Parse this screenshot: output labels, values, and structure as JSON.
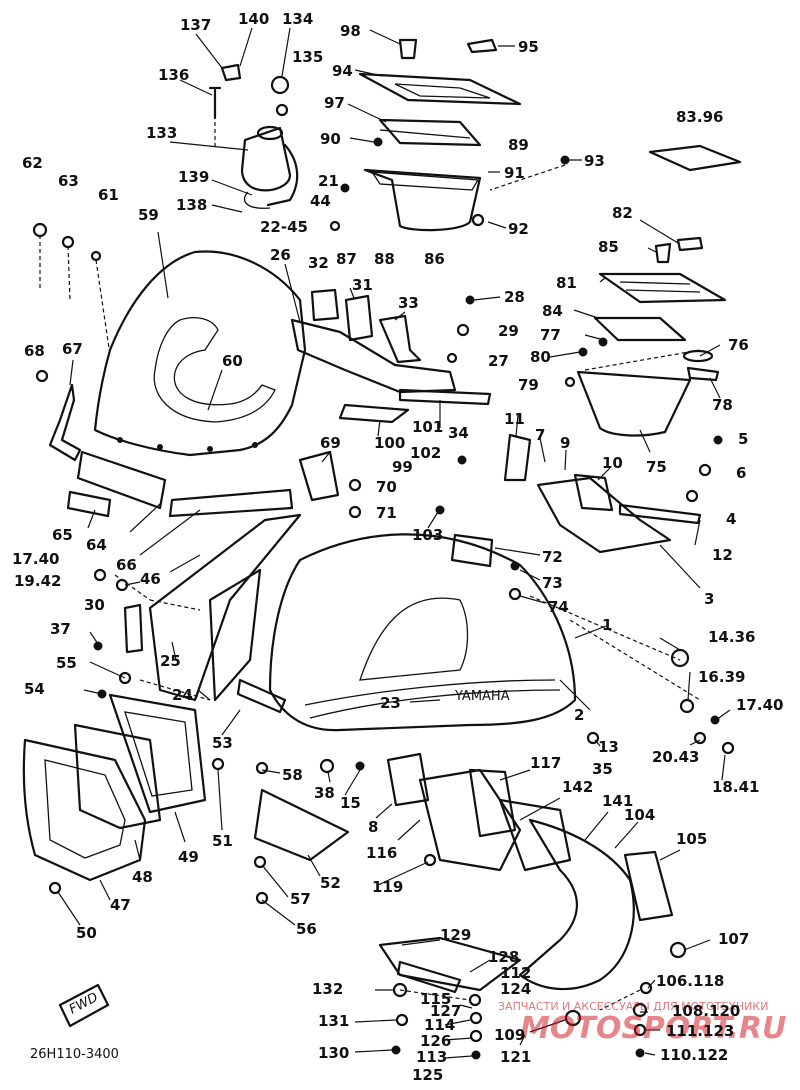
{
  "diagram": {
    "drawing_code": "26H110-3400",
    "stamp_text": "FWD",
    "watermark": {
      "line1": "ЗАПЧАСТИ И АКСЕССУАРЫ ДЛЯ МОТОТЕХНИКИ",
      "line2": "MOTOSPORT.RU"
    },
    "brand_on_cowl": "YAMAHA",
    "labels": [
      {
        "id": "l137",
        "text": "137"
      },
      {
        "id": "l140",
        "text": "140"
      },
      {
        "id": "l134",
        "text": "134"
      },
      {
        "id": "l135",
        "text": "135"
      },
      {
        "id": "l98",
        "text": "98"
      },
      {
        "id": "l95",
        "text": "95"
      },
      {
        "id": "l136",
        "text": "136"
      },
      {
        "id": "l94",
        "text": "94"
      },
      {
        "id": "l97",
        "text": "97"
      },
      {
        "id": "l83",
        "text": "83.96"
      },
      {
        "id": "l133",
        "text": "133"
      },
      {
        "id": "l90",
        "text": "90"
      },
      {
        "id": "l89",
        "text": "89"
      },
      {
        "id": "l62",
        "text": "62"
      },
      {
        "id": "l139",
        "text": "139"
      },
      {
        "id": "l93",
        "text": "93"
      },
      {
        "id": "l63",
        "text": "63"
      },
      {
        "id": "l21",
        "text": "21"
      },
      {
        "id": "l91",
        "text": "91"
      },
      {
        "id": "l61",
        "text": "61"
      },
      {
        "id": "l138",
        "text": "138"
      },
      {
        "id": "l44",
        "text": "44"
      },
      {
        "id": "l22",
        "text": "22-45"
      },
      {
        "id": "l92",
        "text": "92"
      },
      {
        "id": "l82",
        "text": "82"
      },
      {
        "id": "l59",
        "text": "59"
      },
      {
        "id": "l85",
        "text": "85"
      },
      {
        "id": "l26",
        "text": "26"
      },
      {
        "id": "l32",
        "text": "32"
      },
      {
        "id": "l87",
        "text": "87"
      },
      {
        "id": "l88",
        "text": "88"
      },
      {
        "id": "l86",
        "text": "86"
      },
      {
        "id": "l81",
        "text": "81"
      },
      {
        "id": "l31",
        "text": "31"
      },
      {
        "id": "l33",
        "text": "33"
      },
      {
        "id": "l28",
        "text": "28"
      },
      {
        "id": "l84",
        "text": "84"
      },
      {
        "id": "l29",
        "text": "29"
      },
      {
        "id": "l77",
        "text": "77"
      },
      {
        "id": "l68",
        "text": "68"
      },
      {
        "id": "l67",
        "text": "67"
      },
      {
        "id": "l60",
        "text": "60"
      },
      {
        "id": "l80",
        "text": "80"
      },
      {
        "id": "l76",
        "text": "76"
      },
      {
        "id": "l27",
        "text": "27"
      },
      {
        "id": "l79",
        "text": "79"
      },
      {
        "id": "l78",
        "text": "78"
      },
      {
        "id": "l100",
        "text": "100"
      },
      {
        "id": "l101",
        "text": "101"
      },
      {
        "id": "l34",
        "text": "34"
      },
      {
        "id": "l11",
        "text": "11"
      },
      {
        "id": "l7",
        "text": "7"
      },
      {
        "id": "l9",
        "text": "9"
      },
      {
        "id": "l5",
        "text": "5"
      },
      {
        "id": "l69",
        "text": "69"
      },
      {
        "id": "l102",
        "text": "102"
      },
      {
        "id": "l75",
        "text": "75"
      },
      {
        "id": "l99",
        "text": "99"
      },
      {
        "id": "l10",
        "text": "10"
      },
      {
        "id": "l6",
        "text": "6"
      },
      {
        "id": "l70",
        "text": "70"
      },
      {
        "id": "l71",
        "text": "71"
      },
      {
        "id": "l4",
        "text": "4"
      },
      {
        "id": "l65",
        "text": "65"
      },
      {
        "id": "l64",
        "text": "64"
      },
      {
        "id": "l103",
        "text": "103"
      },
      {
        "id": "l12",
        "text": "12"
      },
      {
        "id": "l66",
        "text": "66"
      },
      {
        "id": "l72",
        "text": "72"
      },
      {
        "id": "l1740a",
        "text": "17.40"
      },
      {
        "id": "l46",
        "text": "46"
      },
      {
        "id": "l73",
        "text": "73"
      },
      {
        "id": "l3",
        "text": "3"
      },
      {
        "id": "l1942",
        "text": "19.42"
      },
      {
        "id": "l74",
        "text": "74"
      },
      {
        "id": "l30",
        "text": "30"
      },
      {
        "id": "l1",
        "text": "1"
      },
      {
        "id": "l1436",
        "text": "14.36"
      },
      {
        "id": "l37",
        "text": "37"
      },
      {
        "id": "l25",
        "text": "25"
      },
      {
        "id": "l55",
        "text": "55"
      },
      {
        "id": "l1639",
        "text": "16.39"
      },
      {
        "id": "l54",
        "text": "54"
      },
      {
        "id": "l24",
        "text": "24"
      },
      {
        "id": "l23",
        "text": "23"
      },
      {
        "id": "l1740b",
        "text": "17.40"
      },
      {
        "id": "l2",
        "text": "2"
      },
      {
        "id": "l53",
        "text": "53"
      },
      {
        "id": "l13",
        "text": "13"
      },
      {
        "id": "l2043",
        "text": "20.43"
      },
      {
        "id": "l35",
        "text": "35"
      },
      {
        "id": "l117",
        "text": "117"
      },
      {
        "id": "l58",
        "text": "58"
      },
      {
        "id": "l38",
        "text": "38"
      },
      {
        "id": "l15",
        "text": "15"
      },
      {
        "id": "l1841",
        "text": "18.41"
      },
      {
        "id": "l142",
        "text": "142"
      },
      {
        "id": "l141",
        "text": "141"
      },
      {
        "id": "l104",
        "text": "104"
      },
      {
        "id": "l8",
        "text": "8"
      },
      {
        "id": "l51",
        "text": "51"
      },
      {
        "id": "l49",
        "text": "49"
      },
      {
        "id": "l116",
        "text": "116"
      },
      {
        "id": "l105",
        "text": "105"
      },
      {
        "id": "l52",
        "text": "52"
      },
      {
        "id": "l48",
        "text": "48"
      },
      {
        "id": "l57",
        "text": "57"
      },
      {
        "id": "l119",
        "text": "119"
      },
      {
        "id": "l47",
        "text": "47"
      },
      {
        "id": "l56",
        "text": "56"
      },
      {
        "id": "l50",
        "text": "50"
      },
      {
        "id": "l129",
        "text": "129"
      },
      {
        "id": "l107",
        "text": "107"
      },
      {
        "id": "l128",
        "text": "128"
      },
      {
        "id": "l112",
        "text": "112"
      },
      {
        "id": "l124",
        "text": "124"
      },
      {
        "id": "l106",
        "text": "106.118"
      },
      {
        "id": "l132",
        "text": "132"
      },
      {
        "id": "l115",
        "text": "115"
      },
      {
        "id": "l127",
        "text": "127"
      },
      {
        "id": "l120",
        "text": "108.120"
      },
      {
        "id": "l131",
        "text": "131"
      },
      {
        "id": "l114",
        "text": "114"
      },
      {
        "id": "l109",
        "text": "109"
      },
      {
        "id": "l123",
        "text": "111.123"
      },
      {
        "id": "l126",
        "text": "126"
      },
      {
        "id": "l130",
        "text": "130"
      },
      {
        "id": "l113",
        "text": "113"
      },
      {
        "id": "l121",
        "text": "121"
      },
      {
        "id": "l122",
        "text": "110.122"
      },
      {
        "id": "l125",
        "text": "125"
      }
    ]
  }
}
